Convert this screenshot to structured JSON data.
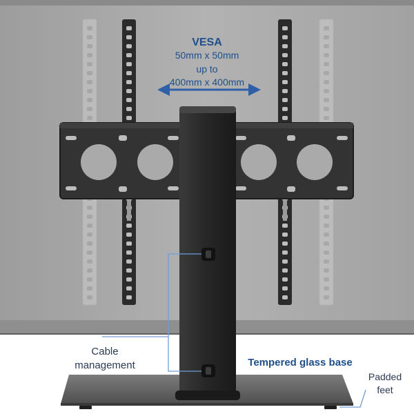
{
  "vesa": {
    "title": "VESA",
    "line1": "50mm x 50mm",
    "line2": "up to",
    "line3": "400mm x 400mm"
  },
  "callouts": {
    "cable_line1": "Cable",
    "cable_line2": "management",
    "glass_base": "Tempered glass base",
    "feet_line1": "Padded",
    "feet_line2": "feet"
  },
  "colors": {
    "label_blue": "#1f4e8a",
    "arrow_blue": "#2f5fa8",
    "leader_blue": "#6e9fd3",
    "tv_panel": "#a9a9a9",
    "metal": "#2e2e2e"
  }
}
